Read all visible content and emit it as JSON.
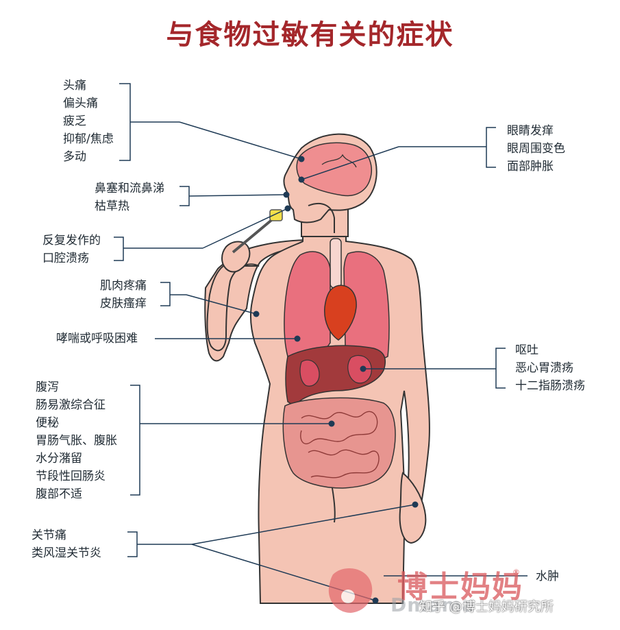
{
  "title": "与食物过敏有关的症状",
  "groups": {
    "head": [
      "头痛",
      "偏头痛",
      "疲乏",
      "抑郁/焦虑",
      "多动"
    ],
    "nose": [
      "鼻塞和流鼻涕",
      "枯草热"
    ],
    "mouth": [
      "反复发作的",
      "口腔溃疡"
    ],
    "muscle_skin": [
      "肌肉疼痛",
      "皮肤瘙痒"
    ],
    "lung": [
      "哮喘或呼吸困难"
    ],
    "intestine": [
      "腹泻",
      "肠易激综合征",
      "便秘",
      "胃肠气胀、腹胀",
      "水分潴留",
      "节段性回肠炎",
      "腹部不适"
    ],
    "joint": [
      "关节痛",
      "类风湿关节炎"
    ],
    "eye": [
      "眼睛发痒",
      "眼周围变色",
      "面部肿胀"
    ],
    "stomach": [
      "呕吐",
      "恶心胃溃疡",
      "十二指肠溃疡"
    ],
    "swelling": [
      "水肿"
    ]
  },
  "watermark": {
    "brand_cn": "博士妈妈",
    "brand_en": "Dmama",
    "registered": "®",
    "source": "知乎 @博士妈妈研究所"
  },
  "colors": {
    "title": "#a4272b",
    "line": "#1e3a55",
    "skin": "#f4c4b4",
    "skin_outline": "#333333",
    "lung": "#e9707e",
    "heart": "#d8401f",
    "liver": "#a23a3c",
    "intestine": "#e79590",
    "brain": "#ef8e90"
  }
}
